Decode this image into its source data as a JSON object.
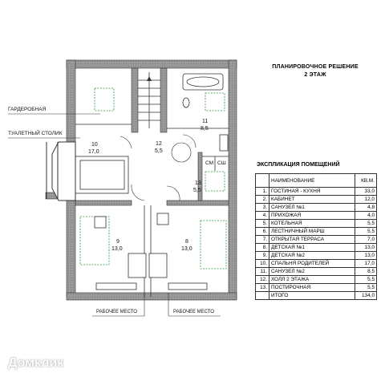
{
  "header": {
    "title_line1": "ПЛАНИРОВОЧНОЕ РЕШЕНИЕ",
    "title_line2": "2 ЭТАЖ"
  },
  "plan_labels": {
    "wardrobe": "ГАРДЕРОБНАЯ",
    "vanity": "ТУАЛЕТНЫЙ СТОЛИК",
    "workplace_left": "РАБОЧЕЕ МЕСТО",
    "workplace_right": "РАБОЧЕЕ МЕСТО",
    "cm": "СМ",
    "csh": "СШ"
  },
  "rooms": [
    {
      "num": "10",
      "area": "17,0"
    },
    {
      "num": "11",
      "area": "8,5"
    },
    {
      "num": "12",
      "area": "5,5"
    },
    {
      "num": "13",
      "area": "5,5"
    },
    {
      "num": "9",
      "area": "13,0"
    },
    {
      "num": "8",
      "area": "13,0"
    }
  ],
  "explication": {
    "title": "ЭКСПЛИКАЦИЯ ПОМЕЩЕНИЙ",
    "col_name": "НАИМЕНОВАНИЕ",
    "col_area": "КВ.М.",
    "rows": [
      {
        "no": "1.",
        "name": "ГОСТИНАЯ - КУХНЯ",
        "area": "33,0"
      },
      {
        "no": "2.",
        "name": "КАБИНЕТ",
        "area": "12,0"
      },
      {
        "no": "3.",
        "name": "САНУЗЕЛ №1",
        "area": "4,8"
      },
      {
        "no": "4.",
        "name": "ПРИХОЖАЯ",
        "area": "4,0"
      },
      {
        "no": "5.",
        "name": "КОТЕЛЬНАЯ",
        "area": "5,5"
      },
      {
        "no": "6.",
        "name": "ЛЕСТНИЧНЫЙ МАРШ",
        "area": "5,5"
      },
      {
        "no": "7.",
        "name": "ОТКРЫТАЯ ТЕРРАСА",
        "area": "7,0"
      },
      {
        "no": "8.",
        "name": "ДЕТСКАЯ №1",
        "area": "13,0"
      },
      {
        "no": "9.",
        "name": "ДЕТСКАЯ №2",
        "area": "13,0"
      },
      {
        "no": "10.",
        "name": "СПАЛЬНЯ РОДИТЕЛЕЙ",
        "area": "17,0"
      },
      {
        "no": "11.",
        "name": "САНУЗЕЛ №2",
        "area": "8,5"
      },
      {
        "no": "12.",
        "name": "ХОЛЛ 2 ЭТАЖА",
        "area": "5,5"
      },
      {
        "no": "13.",
        "name": "ПОСТИРОЧНАЯ",
        "area": "5,5"
      },
      {
        "no": "",
        "name": "ИТОГО",
        "area": "134,0"
      }
    ]
  },
  "watermark": "Домклик"
}
